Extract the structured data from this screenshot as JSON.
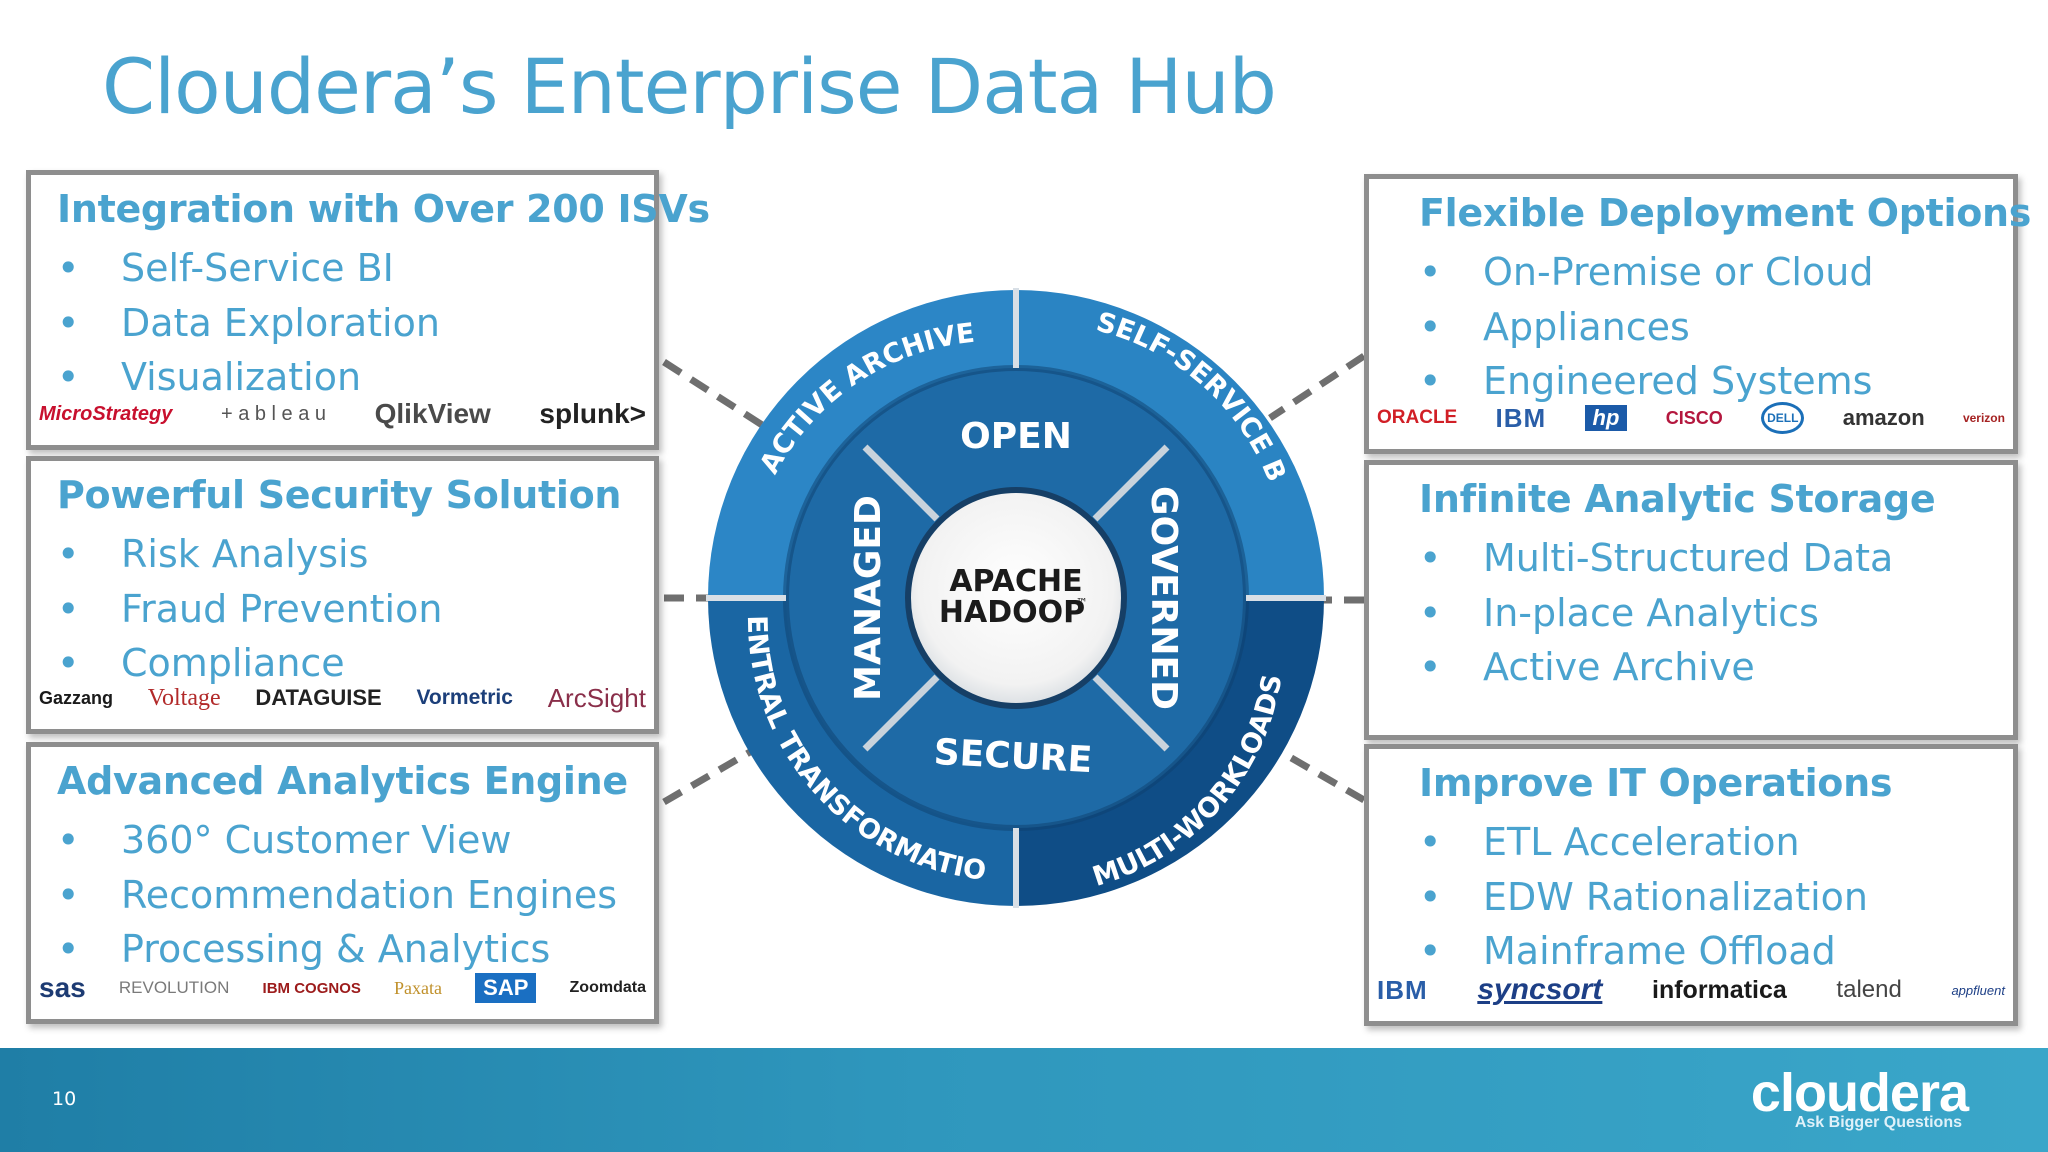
{
  "title": "Cloudera’s Enterprise Data Hub",
  "hub": {
    "center_line1": "APACHE",
    "center_line2": "HADOOP",
    "center_mark": "™",
    "inner": {
      "open": "OPEN",
      "governed": "GOVERNED",
      "secure": "SECURE",
      "managed": "MANAGED"
    },
    "outer": {
      "active_archive": "ACTIVE ARCHIVE",
      "self_service_bi": "SELF-SERVICE BI",
      "multi_workloads": "MULTI-WORKLOADS",
      "central_transformation": "CENTRAL TRANSFORMATION"
    }
  },
  "panels": {
    "isv": {
      "heading": "Integration with Over 200 ISVs",
      "bullets": [
        "Self-Service BI",
        "Data Exploration",
        "Visualization"
      ],
      "logos": [
        "MicroStrategy",
        "+ a b l e a u",
        "QlikView",
        "splunk>"
      ]
    },
    "security": {
      "heading": "Powerful Security Solution",
      "bullets": [
        "Risk Analysis",
        "Fraud Prevention",
        "Compliance"
      ],
      "logos": [
        "Gazzang",
        "Voltage",
        "DATAGUISE",
        "Vormetric",
        "ArcSight"
      ]
    },
    "analytics": {
      "heading": "Advanced Analytics Engine",
      "bullets": [
        "360° Customer View",
        "Recommendation Engines",
        "Processing & Analytics"
      ],
      "logos": [
        "sas",
        "REVOLUTION",
        "IBM COGNOS",
        "Paxata",
        "SAP",
        "Zoomdata"
      ]
    },
    "deployment": {
      "heading": "Flexible Deployment Options",
      "bullets": [
        "On-Premise or Cloud",
        "Appliances",
        "Engineered Systems"
      ],
      "logos": [
        "ORACLE",
        "IBM",
        "hp",
        "CISCO",
        "DELL",
        "amazon",
        "verizon"
      ]
    },
    "storage": {
      "heading": "Infinite Analytic Storage",
      "bullets": [
        "Multi-Structured Data",
        "In-place Analytics",
        "Active Archive"
      ]
    },
    "operations": {
      "heading": "Improve IT Operations",
      "bullets": [
        "ETL Acceleration",
        "EDW Rationalization",
        "Mainframe Offload"
      ],
      "logos": [
        "IBM",
        "syncsort",
        "informatica",
        "talend",
        "appfluent"
      ]
    }
  },
  "footer": {
    "page_number": "10",
    "brand": "cloudera",
    "tagline": "Ask Bigger Questions"
  },
  "colors": {
    "title": "#4aa3cf",
    "ring_outer_light": "#2c83c4",
    "ring_outer_dark": "#0f4f86",
    "ring_inner": "#1f6fa9",
    "panel_border": "#8e8e8e",
    "footer": "#2a8fb8"
  }
}
